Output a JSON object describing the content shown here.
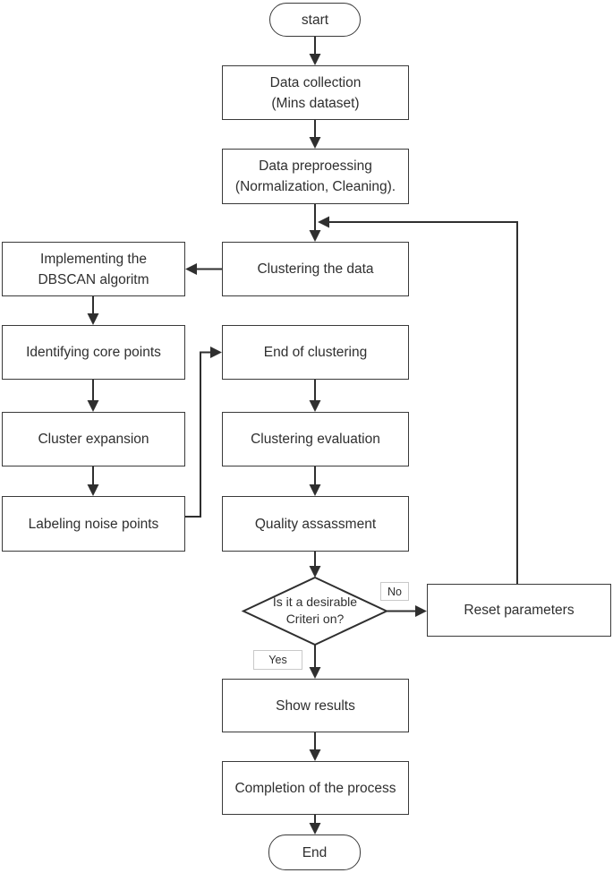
{
  "flowchart": {
    "nodes": {
      "start": {
        "label": "start",
        "shape": "terminator"
      },
      "data_collection": {
        "label": "Data collection\n(Mins dataset)",
        "shape": "process"
      },
      "data_preprocessing": {
        "label": "Data preproessing\n(Normalization, Cleaning).",
        "shape": "process"
      },
      "clustering_data": {
        "label": "Clustering the data",
        "shape": "process"
      },
      "implement_dbscan": {
        "label": "Implementing the\nDBSCAN algoritm",
        "shape": "process"
      },
      "identify_core_points": {
        "label": "Identifying core points",
        "shape": "process"
      },
      "cluster_expansion": {
        "label": "Cluster expansion",
        "shape": "process"
      },
      "labeling_noise_points": {
        "label": "Labeling noise points",
        "shape": "process"
      },
      "end_of_clustering": {
        "label": "End of clustering",
        "shape": "process"
      },
      "clustering_evaluation": {
        "label": "Clustering evaluation",
        "shape": "process"
      },
      "quality_assessment": {
        "label": "Quality assassment",
        "shape": "process"
      },
      "decision": {
        "label": "Is it a desirable\nCriteri on?",
        "shape": "decision"
      },
      "reset_parameters": {
        "label": "Reset parameters",
        "shape": "process"
      },
      "show_results": {
        "label": "Show results",
        "shape": "process"
      },
      "completion": {
        "label": "Completion of the process",
        "shape": "process"
      },
      "end": {
        "label": "End",
        "shape": "terminator"
      }
    },
    "edge_labels": {
      "no": "No",
      "yes": "Yes"
    },
    "colors": {
      "stroke": "#3a3a3a",
      "arrow": "#2f2f2f",
      "text": "#2f2f2f",
      "edge_label_border": "#c9c9c9",
      "background": "#ffffff"
    }
  }
}
